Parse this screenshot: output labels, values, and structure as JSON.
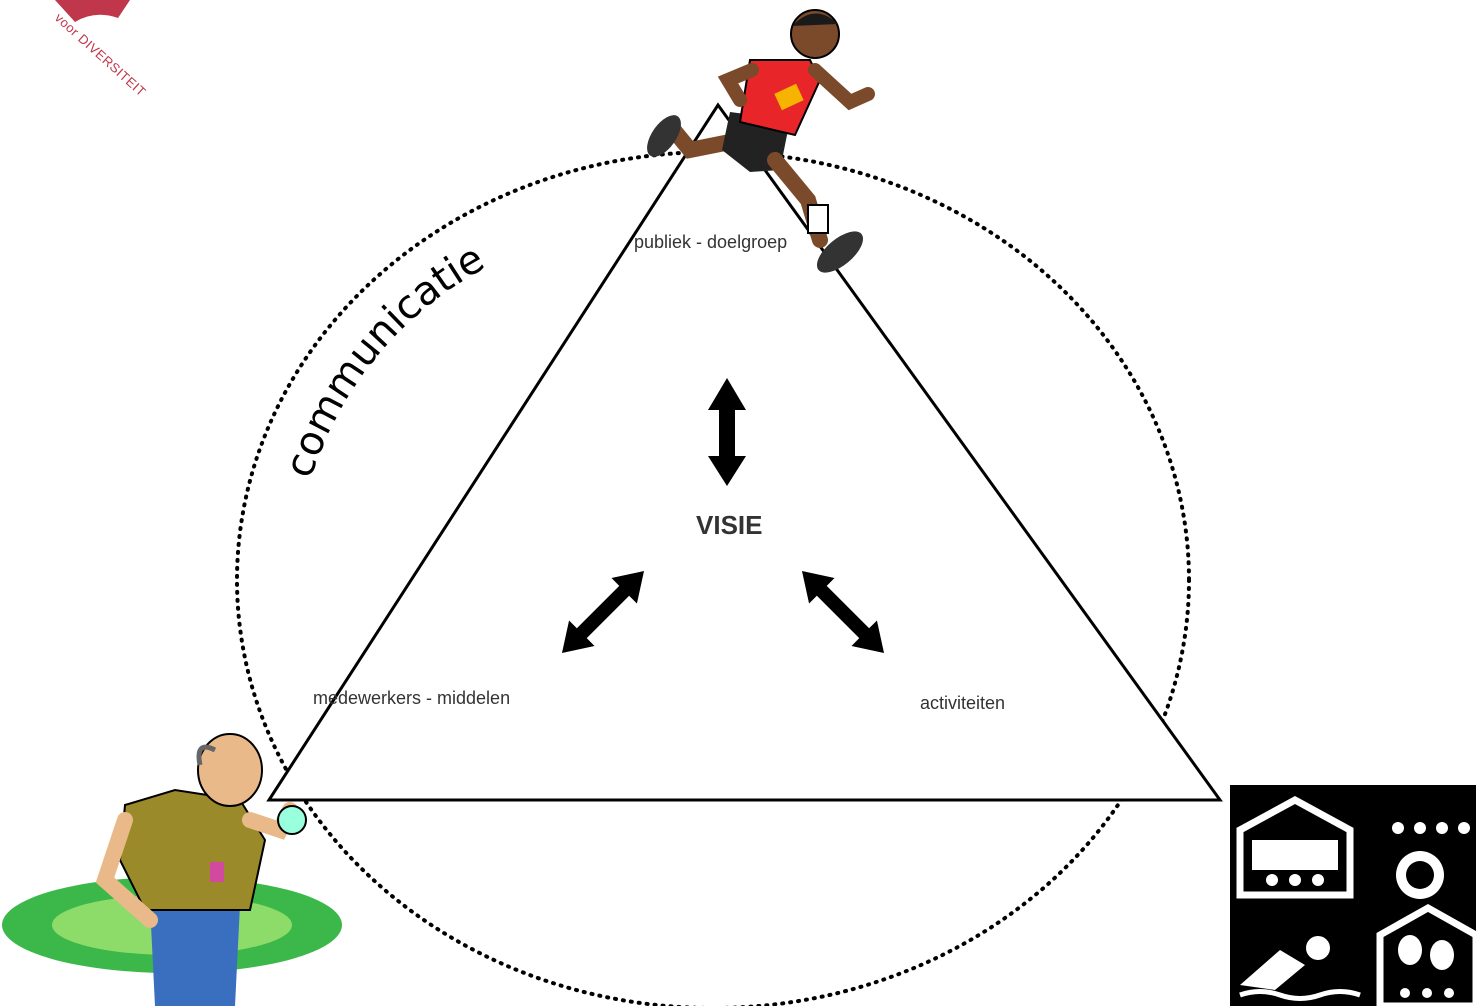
{
  "diagram": {
    "center_label": "VISIE",
    "arc_label": "communicatie",
    "corners": {
      "top": "publiek - doelgroep",
      "left": "medewerkers - middelen",
      "right": "activiteiten"
    }
  },
  "logo": {
    "text": "voor DIVERSITEIT",
    "color": "#c0364a"
  },
  "colors": {
    "line": "#000000",
    "text": "#333333",
    "runner_shirt": "#e8262a",
    "coach_shirt": "#9a8a2a",
    "track_green": "#3cb84a"
  },
  "icons": [
    "runner-illustration",
    "coach-illustration",
    "activities-pictogram"
  ]
}
